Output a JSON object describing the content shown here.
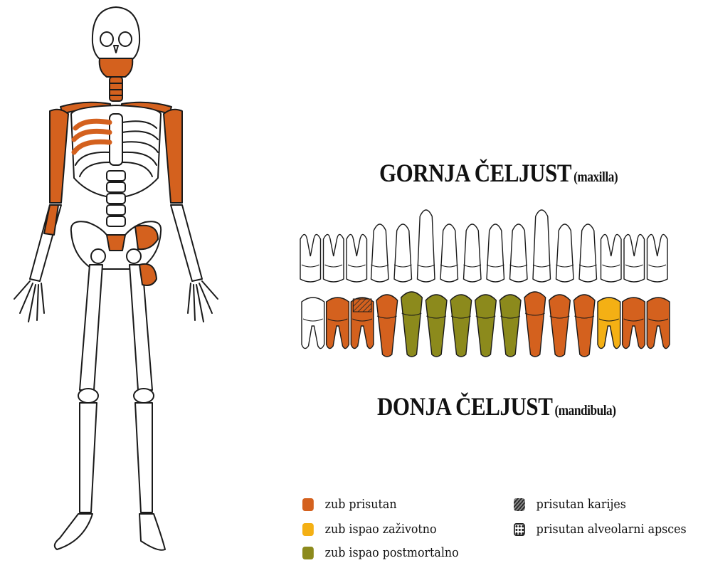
{
  "colors": {
    "present": "#d4611e",
    "lost_antemortem": "#f4b014",
    "lost_postmortem": "#8c8a1c",
    "outline": "#1a1a1a"
  },
  "upper_jaw": {
    "title": "GORNJA ČELJUST",
    "latin": "(maxilla)"
  },
  "lower_jaw": {
    "title": "DONJA ČELJUST",
    "latin": "(mandibula)"
  },
  "upper_teeth": [
    "absent",
    "absent",
    "absent",
    "absent",
    "absent",
    "absent",
    "absent",
    "absent",
    "absent",
    "absent",
    "absent",
    "absent",
    "absent",
    "absent",
    "absent",
    "absent"
  ],
  "lower_teeth": [
    "absent",
    "present",
    "present-caries",
    "present",
    "postmortem",
    "postmortem",
    "postmortem",
    "postmortem",
    "postmortem",
    "present",
    "present",
    "present",
    "antemortem",
    "present",
    "present"
  ],
  "legend": [
    {
      "label": "zub prisutan",
      "swatch": "present"
    },
    {
      "label": "zub ispao zaživotno",
      "swatch": "antemortem"
    },
    {
      "label": "zub ispao postmortalno",
      "swatch": "postmortem"
    },
    {
      "label": "prisutan karijes",
      "swatch": "caries"
    },
    {
      "label": "prisutan alveolarni apsces",
      "swatch": "abscess"
    }
  ]
}
